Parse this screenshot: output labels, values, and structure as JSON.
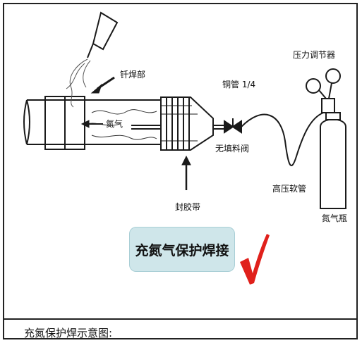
{
  "labels": {
    "brazing_part": "钎焊部",
    "nitrogen_gas": "氮气",
    "copper_pipe": "铜管 1/4",
    "pressure_regulator": "压力调节器",
    "valve": "无填料阀",
    "tape": "封胶带",
    "hose": "高压软管",
    "cylinder": "氮气瓶"
  },
  "title": "充氮气保护焊接",
  "caption": "充氮保护焊示意图:",
  "colors": {
    "title_box_bg": "#cfe6ea",
    "check_mark": "#e0201b",
    "line": "#1a1a1a"
  },
  "icons": [
    "check-mark-icon",
    "arrow-icon",
    "torch-icon",
    "valve-icon",
    "gas-cylinder-icon",
    "pressure-gauge-icon"
  ]
}
